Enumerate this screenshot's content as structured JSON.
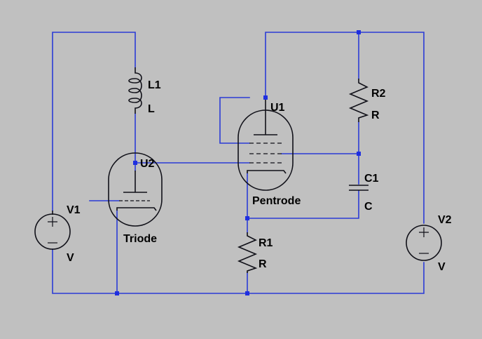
{
  "components": {
    "v1": {
      "name": "V1",
      "value": "V"
    },
    "v2": {
      "name": "V2",
      "value": "V"
    },
    "l1": {
      "name": "L1",
      "value": "L"
    },
    "r1": {
      "name": "R1",
      "value": "R"
    },
    "r2": {
      "name": "R2",
      "value": "R"
    },
    "c1": {
      "name": "C1",
      "value": "C"
    },
    "u1": {
      "name": "U1",
      "value": "Pentrode"
    },
    "u2": {
      "name": "U2",
      "value": "Triode"
    }
  },
  "symbols": {
    "plus": "+",
    "minus": "−"
  },
  "colors": {
    "background": "#c0c0c0",
    "wire": "#2a3bd6",
    "component": "#101018",
    "junction": "#1f2fe0"
  }
}
